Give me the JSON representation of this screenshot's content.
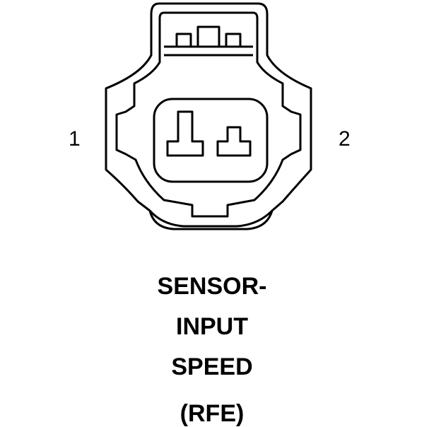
{
  "diagram": {
    "pin_labels": [
      "1",
      "2"
    ],
    "caption_lines": [
      "SENSOR-",
      "INPUT",
      "SPEED",
      "(RFE)"
    ],
    "stroke_color": "#000000",
    "background_color": "#ffffff"
  }
}
